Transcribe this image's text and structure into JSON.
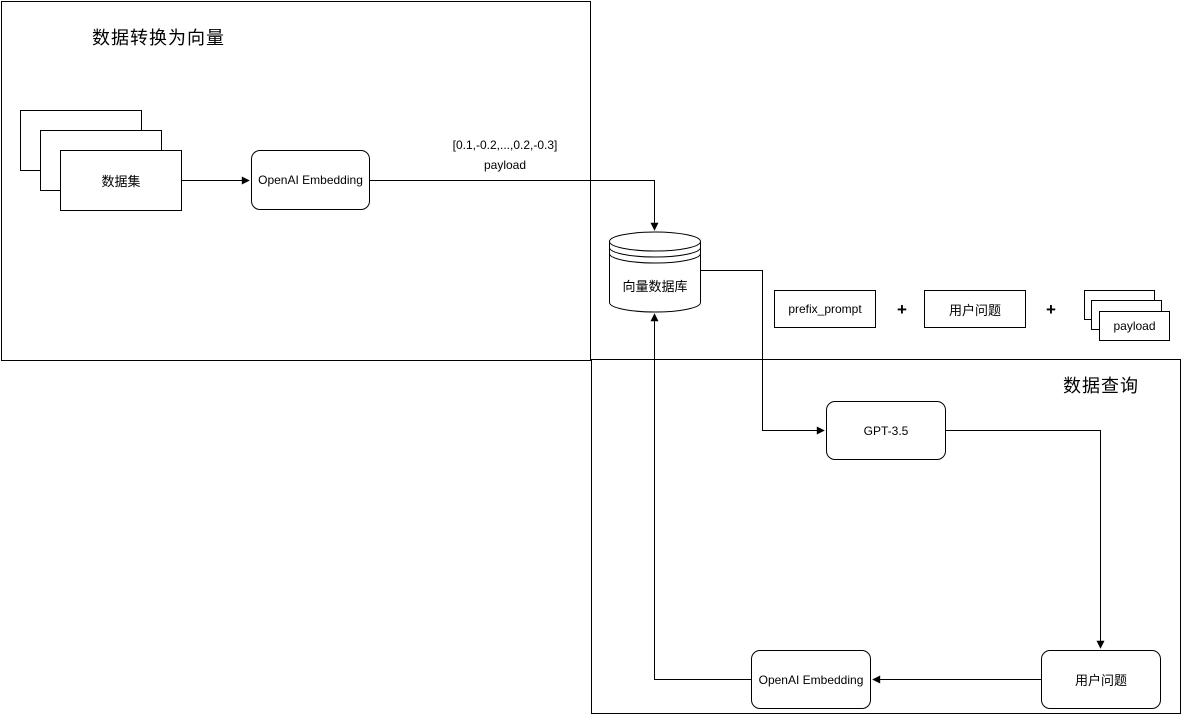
{
  "regions": {
    "ingest": {
      "title": "数据转换为向量"
    },
    "query": {
      "title": "数据查询"
    }
  },
  "nodes": {
    "dataset": "数据集",
    "openai_embedding_top": "OpenAI Embedding",
    "vector_db": "向量数据库",
    "prefix_prompt": "prefix_prompt",
    "user_question_top": "用户问题",
    "payload_stack": "payload",
    "gpt": "GPT-3.5",
    "openai_embedding_bottom": "OpenAI Embedding",
    "user_question_bottom": "用户问题"
  },
  "operators": {
    "plus_1": "+",
    "plus_2": "+"
  },
  "edge_labels": {
    "vector": "[0.1,-0.2,...,0.2,-0.3]",
    "payload": "payload"
  },
  "colors": {
    "stroke": "#000000",
    "background": "#ffffff",
    "text": "#000000"
  }
}
